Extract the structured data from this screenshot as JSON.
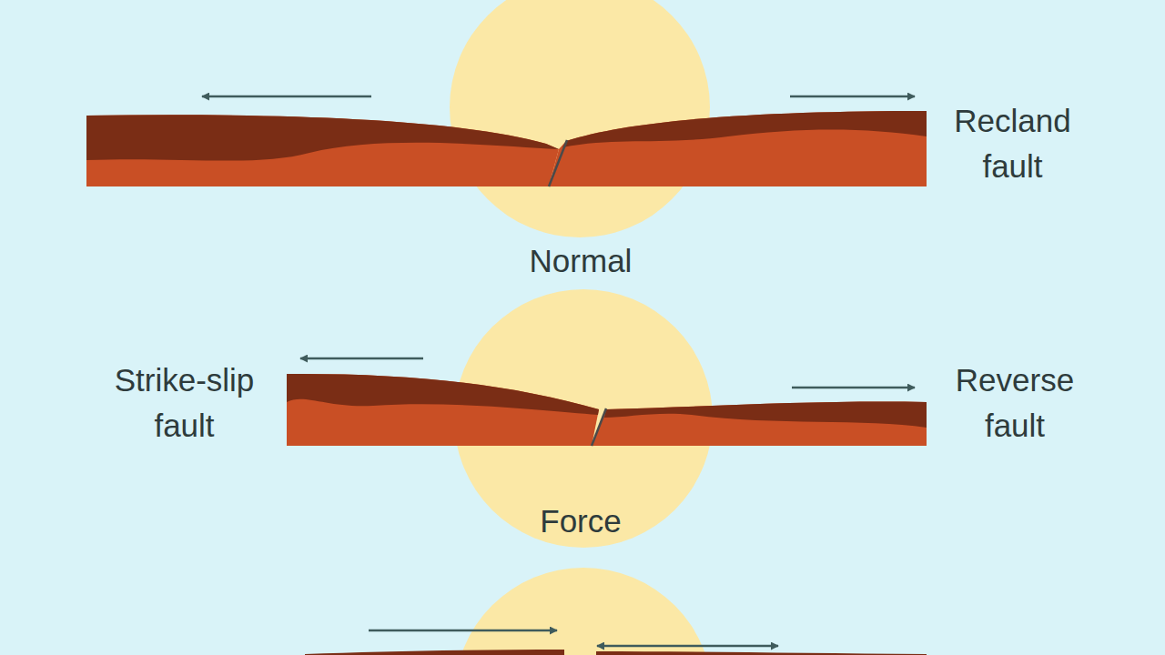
{
  "diagram": {
    "labels": [
      "Recland fault",
      "Normal",
      "Strike-slip fault",
      "Reverse fault",
      "Force"
    ]
  }
}
